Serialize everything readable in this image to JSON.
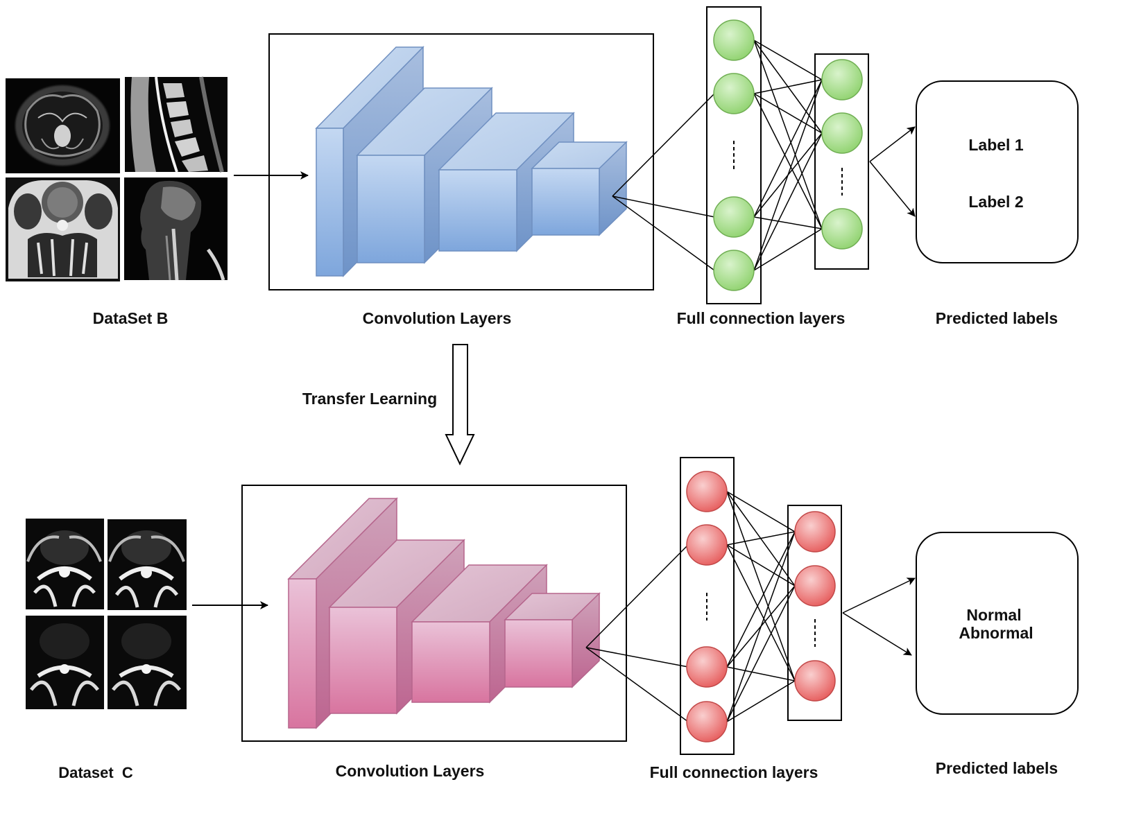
{
  "top": {
    "dataset_caption": "DataSet B",
    "conv_caption": "Convolution Layers",
    "fc_caption": "Full connection layers",
    "pred_caption": "Predicted labels",
    "labels": [
      "Label 1",
      "Label 2"
    ]
  },
  "transfer_caption": "Transfer Learning",
  "bottom": {
    "dataset_caption": "Dataset  C",
    "conv_caption": "Convolution Layers",
    "fc_caption": "Full connection layers",
    "pred_caption": "Predicted labels",
    "labels": [
      "Normal",
      "Abnormal"
    ]
  },
  "colors": {
    "top_block_light": "#c2d5ef",
    "top_block_dark": "#7ea6dc",
    "top_node": "#9fda84",
    "bottom_block_light": "#e8bfd6",
    "bottom_block_dark": "#d8749f",
    "bottom_node": "#ee6f6f"
  },
  "images": {
    "dataset_b": [
      "brain-axial-mri",
      "lumbar-spine-sagittal-mri",
      "lumbar-axial-mri",
      "head-neck-sagittal-mri"
    ],
    "dataset_c": [
      "lumbar-axial-mri-1",
      "lumbar-axial-mri-2",
      "lumbar-axial-mri-3",
      "lumbar-axial-mri-4"
    ]
  }
}
